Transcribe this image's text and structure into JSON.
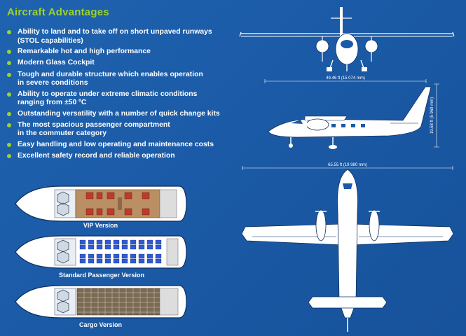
{
  "title": "Aircraft Advantages",
  "advantages": [
    {
      "lines": [
        "Ability to land and to take off on short unpaved runways",
        "(STOL capabilities)"
      ]
    },
    {
      "lines": [
        "Remarkable hot and high performance"
      ]
    },
    {
      "lines": [
        "Modern Glass Cockpit"
      ]
    },
    {
      "lines": [
        "Tough and durable structure which enables operation",
        "in severe conditions"
      ]
    },
    {
      "lines": [
        "Ability to operate under extreme climatic conditions",
        "ranging from ±50 ºC"
      ]
    },
    {
      "lines": [
        "Outstanding versatility with a number of quick change kits"
      ]
    },
    {
      "lines": [
        "The most spacious passenger compartment",
        "in the commuter category"
      ]
    },
    {
      "lines": [
        "Easy handling and low operating and maintenance costs"
      ]
    },
    {
      "lines": [
        "Excellent safety record and reliable operation"
      ]
    }
  ],
  "layouts": {
    "vip": "VIP Version",
    "standard": "Standard Passenger Version",
    "cargo": "Cargo Version"
  },
  "dimensions": {
    "length": "49.46 ft (15 074 mm)",
    "height": "19.58 ft (5 969 mm)",
    "wingspan": "65.55 ft (19 980 mm)"
  },
  "colors": {
    "background": "#1b5aa6",
    "accent": "#9dd22a",
    "cabin_vip": "#b98f63",
    "seat_vip": "#c0392b",
    "seat_standard": "#2f5bd8",
    "cargo_floor": "#7a6a55"
  }
}
